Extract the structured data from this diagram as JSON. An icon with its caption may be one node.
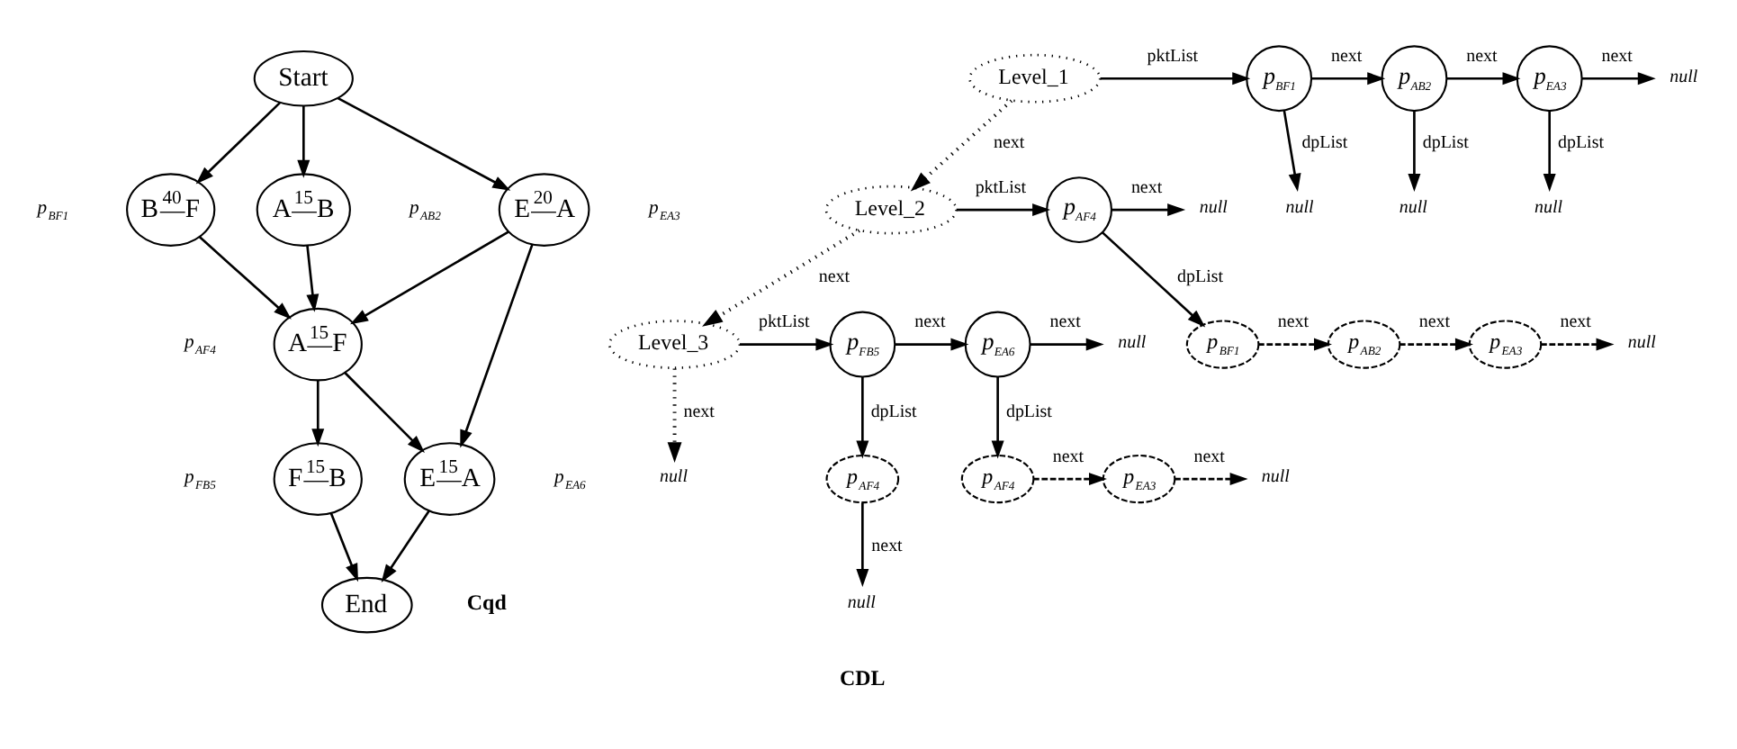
{
  "diagram": {
    "nodes": [
      {
        "text": [
          "Start"
        ]
      },
      {
        "text": [
          "B",
          "40",
          "F"
        ],
        "beside": [
          "p$_{BF1}$"
        ]
      },
      {
        "text": [
          "A",
          "15",
          "B"
        ],
        "beside": [
          "p$_{AB2}$"
        ]
      },
      {
        "text": [
          "E",
          "20",
          "A"
        ],
        "beside": [
          "p$_{EA3}$"
        ]
      },
      {
        "text": [
          "A",
          "15",
          "F"
        ],
        "beside": [
          "p$_{AF4}$"
        ]
      },
      {
        "text": [
          "F",
          "15",
          "B"
        ],
        "beside": [
          "p$_{FB5}$"
        ]
      },
      {
        "text": [
          "E",
          "15",
          "A"
        ],
        "beside": [
          "p$_{EA6}$"
        ]
      },
      {
        "text": [
          "End"
        ]
      },
      {
        "text": [
          "Level_1"
        ]
      },
      {
        "text": [
          "p$_{BF1}$"
        ]
      },
      {
        "text": [
          "p$_{AB2}$"
        ]
      },
      {
        "text": [
          "p$_{EA3}$"
        ]
      },
      {
        "text": [
          "null"
        ]
      },
      {
        "text": [
          "null"
        ]
      },
      {
        "text": [
          "null"
        ]
      },
      {
        "text": [
          "null"
        ]
      },
      {
        "text": [
          "Level_2"
        ]
      },
      {
        "text": [
          "p$_{AF4}$"
        ]
      },
      {
        "text": [
          "null"
        ]
      },
      {
        "text": [
          "p$_{BF1}$"
        ]
      },
      {
        "text": [
          "p$_{AB2}$"
        ]
      },
      {
        "text": [
          "p$_{EA3}$"
        ]
      },
      {
        "text": [
          "null"
        ]
      },
      {
        "text": [
          "Level_3"
        ]
      },
      {
        "text": [
          "null"
        ]
      },
      {
        "text": [
          "p$_{FB5}$"
        ]
      },
      {
        "text": [
          "p$_{EA6}$"
        ]
      },
      {
        "text": [
          "null"
        ]
      },
      {
        "text": [
          "p$_{AF4}$"
        ]
      },
      {
        "text": [
          "null"
        ]
      },
      {
        "text": [
          "p$_{AF4}$"
        ]
      },
      {
        "text": [
          "p$_{EA3}$"
        ]
      },
      {
        "text": [
          "null"
        ]
      }
    ],
    "edges": [
      {
        "from": 0,
        "to": 1,
        "arrow": "to"
      },
      {
        "from": 0,
        "to": 2,
        "arrow": "to"
      },
      {
        "from": 0,
        "to": 3,
        "arrow": "to"
      },
      {
        "from": 1,
        "to": 4,
        "arrow": "to"
      },
      {
        "from": 2,
        "to": 4,
        "arrow": "to"
      },
      {
        "from": 3,
        "to": 4,
        "arrow": "to"
      },
      {
        "from": 3,
        "to": 6,
        "arrow": "to"
      },
      {
        "from": 4,
        "to": 5,
        "arrow": "to"
      },
      {
        "from": 4,
        "to": 6,
        "arrow": "to"
      },
      {
        "from": 5,
        "to": 7,
        "arrow": "to"
      },
      {
        "from": 6,
        "to": 7,
        "arrow": "to"
      },
      {
        "from": 8,
        "to": 9,
        "arrow": "to",
        "label": "pktList"
      },
      {
        "from": 9,
        "to": 10,
        "arrow": "to",
        "label": "next"
      },
      {
        "from": 10,
        "to": 11,
        "arrow": "to",
        "label": "next"
      },
      {
        "from": 11,
        "to": 12,
        "arrow": "to",
        "label": "next"
      },
      {
        "from": 9,
        "to": 13,
        "arrow": "to",
        "label": "dpList"
      },
      {
        "from": 10,
        "to": 14,
        "arrow": "to",
        "label": "dpList"
      },
      {
        "from": 11,
        "to": 15,
        "arrow": "to",
        "label": "dpList"
      },
      {
        "from": 8,
        "to": 16,
        "arrow": "to",
        "label": "next",
        "style": "dashed"
      },
      {
        "from": 16,
        "to": 17,
        "arrow": "to",
        "label": "pktList"
      },
      {
        "from": 17,
        "to": 18,
        "arrow": "to",
        "label": "next"
      },
      {
        "from": 17,
        "to": 19,
        "arrow": "to",
        "label": "dpList"
      },
      {
        "from": 19,
        "to": 20,
        "arrow": "to",
        "label": "next",
        "style": "dashed"
      },
      {
        "from": 20,
        "to": 21,
        "arrow": "to",
        "label": "next",
        "style": "dashed"
      },
      {
        "from": 21,
        "to": 22,
        "arrow": "to",
        "label": "next",
        "style": "dashed"
      },
      {
        "from": 16,
        "to": 23,
        "arrow": "to",
        "label": "next",
        "style": "dashed"
      },
      {
        "from": 23,
        "to": 24,
        "arrow": "to",
        "label": "next",
        "style": "dashed"
      },
      {
        "from": 23,
        "to": 25,
        "arrow": "to",
        "label": "pktList"
      },
      {
        "from": 25,
        "to": 26,
        "arrow": "to",
        "label": "next"
      },
      {
        "from": 26,
        "to": 27,
        "arrow": "to",
        "label": "next"
      },
      {
        "from": 25,
        "to": 28,
        "arrow": "to",
        "label": "dpList"
      },
      {
        "from": 28,
        "to": 29,
        "arrow": "to",
        "label": "next"
      },
      {
        "from": 26,
        "to": 30,
        "arrow": "to",
        "label": "dpList"
      },
      {
        "from": 30,
        "to": 31,
        "arrow": "to",
        "label": "next",
        "style": "dashed"
      },
      {
        "from": 31,
        "to": 32,
        "arrow": "to",
        "label": "next",
        "style": "dashed"
      }
    ],
    "labels": [
      "Cqd",
      "CDL"
    ]
  }
}
